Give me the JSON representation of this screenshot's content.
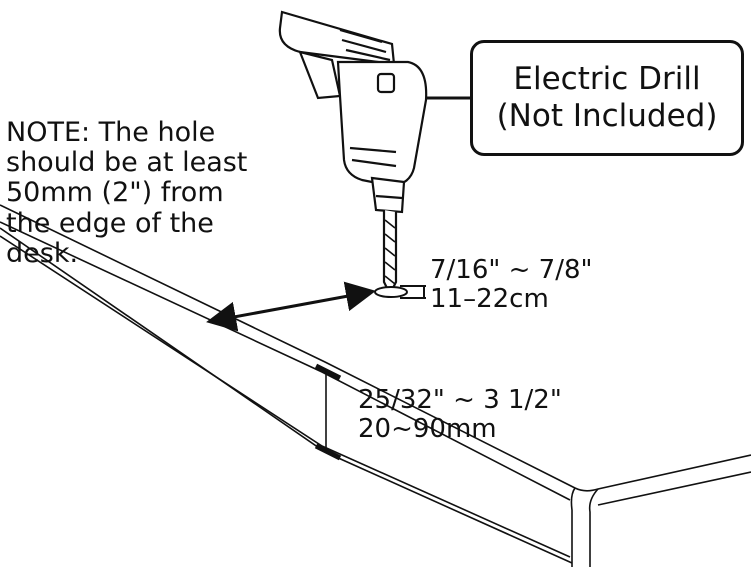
{
  "note": {
    "lines": [
      "NOTE: The hole",
      "should be at least",
      "50mm (2\") from",
      "the edge of the",
      "desk."
    ]
  },
  "callout": {
    "line1": "Electric Drill",
    "line2": "(Not Included)"
  },
  "hole_dimension": {
    "inches": "7/16\" ~ 7/8\"",
    "metric": "11–22cm"
  },
  "thickness_dimension": {
    "inches": "25/32\" ~ 3 1/2\"",
    "metric": "20~90mm"
  },
  "colors": {
    "ink": "#111111",
    "background": "#ffffff"
  }
}
